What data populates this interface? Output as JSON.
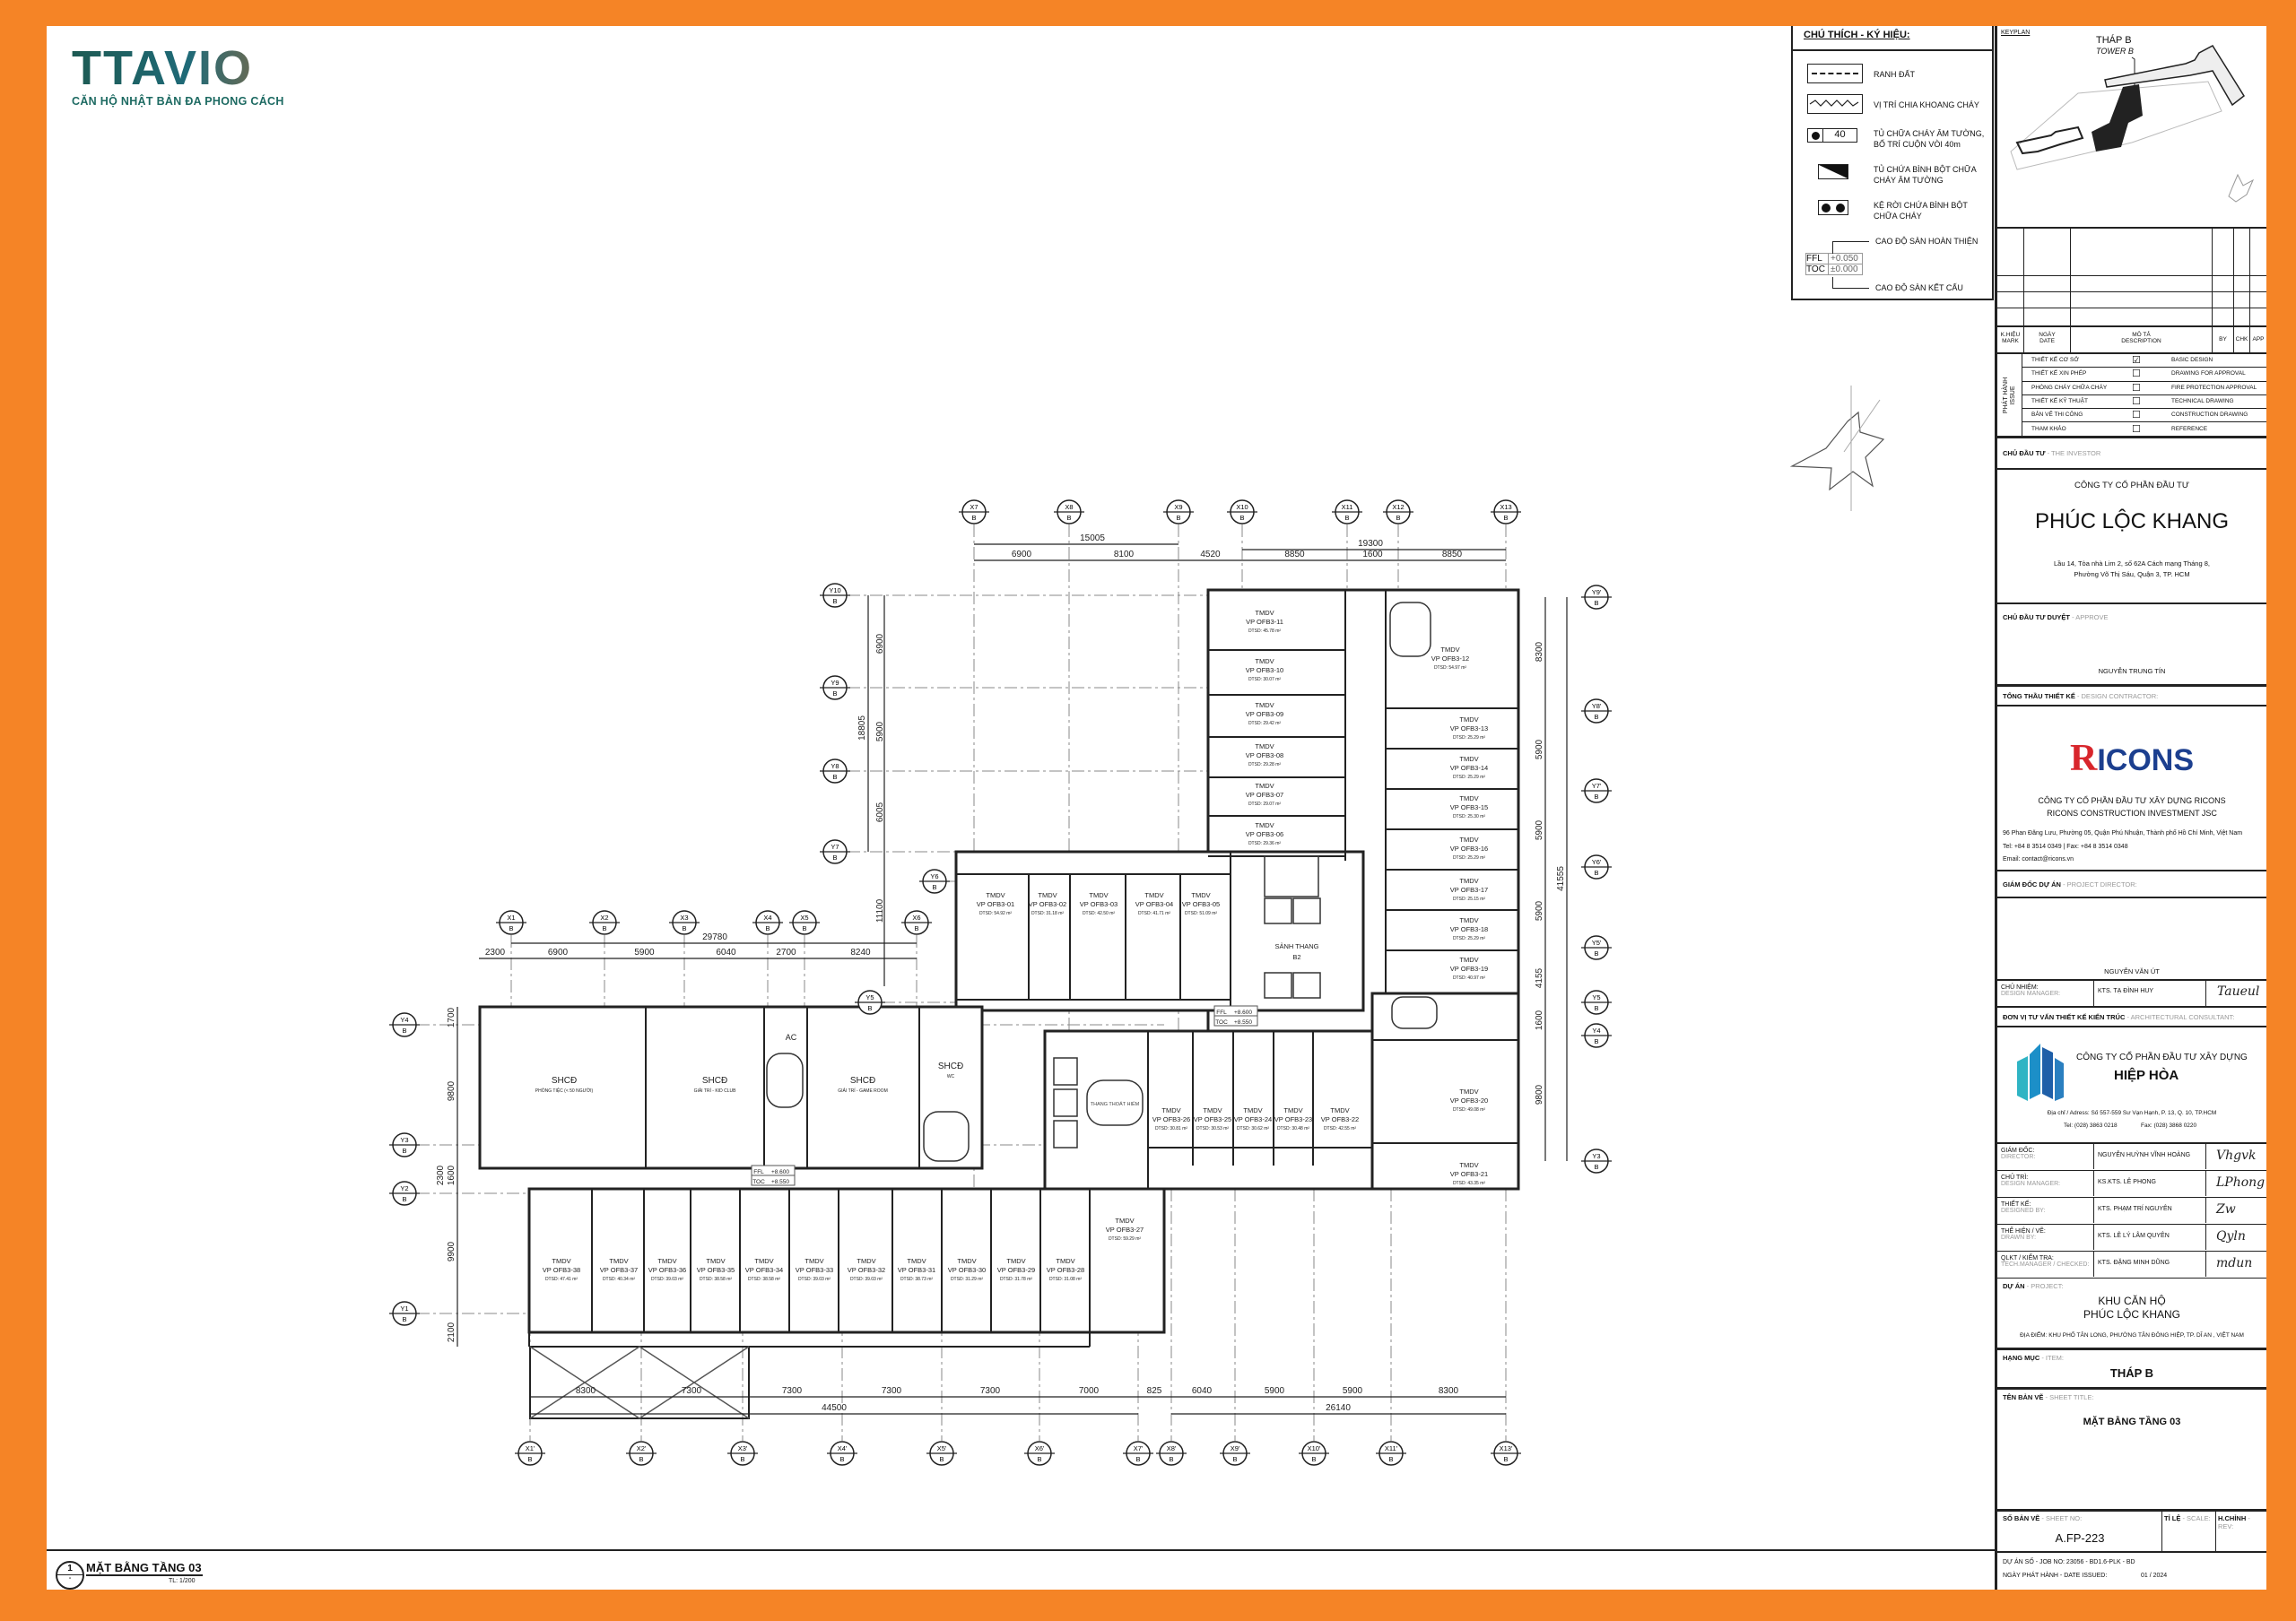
{
  "logo": {
    "brand": "TTAVIO",
    "tagline": "CĂN HỘ NHẬT BẢN ĐA PHONG CÁCH"
  },
  "legend": {
    "title": "CHÚ THÍCH - KÝ HIỆU:",
    "items": [
      {
        "icon": "dashed-line-icon",
        "label": "RANH ĐẤT"
      },
      {
        "icon": "zigzag-line-icon",
        "label": "VỊ TRÍ CHIA KHOANG CHÁY"
      },
      {
        "icon": "fire-hose-cabinet-icon",
        "value": "40",
        "label": "TỦ CHỮA CHÁY ÂM TƯỜNG, BỐ TRÍ CUỘN VÒI 40m"
      },
      {
        "icon": "extinguisher-cabinet-icon",
        "label": "TỦ CHỨA BÌNH BỘT CHỮA CHÁY ÂM TƯỜNG"
      },
      {
        "icon": "extinguisher-rack-icon",
        "label": "KỆ RỜI CHỨA BÌNH BỘT CHỮA CHÁY"
      }
    ],
    "level": {
      "ffl": "FFL",
      "ffl_value": "+0.050",
      "toc": "TOC",
      "toc_value": "±0.000",
      "ffl_label": "CAO ĐỘ SÀN HOÀN THIỆN",
      "toc_label": "CAO ĐỘ SÀN KẾT CẤU"
    }
  },
  "keyplan": {
    "label": "KEYPLAN",
    "tower": "THÁP B",
    "tower_en": "TOWER B"
  },
  "title_block": {
    "rev_header": {
      "mark": "K.HIỆU",
      "mark_en": "MARK",
      "date": "NGÀY",
      "date_en": "DATE",
      "desc": "MÔ TẢ",
      "desc_en": "DESCRIPTION",
      "by": "BY",
      "chk": "CHK",
      "app": "APP"
    },
    "issue_label": "PHÁT HÀNH",
    "issue_label_en": "ISSUE",
    "issues": [
      {
        "vn": "THIẾT KẾ CƠ SỞ",
        "en": "BASIC DESIGN",
        "checked": true,
        "mark": "☑"
      },
      {
        "vn": "THIẾT KẾ XIN PHÉP",
        "en": "DRAWING FOR APPROVAL",
        "checked": false,
        "mark": "☐"
      },
      {
        "vn": "PHÒNG CHÁY CHỮA CHÁY",
        "en": "FIRE PROTECTION APPROVAL",
        "checked": false,
        "mark": "☐"
      },
      {
        "vn": "THIẾT KẾ KỸ THUẬT",
        "en": "TECHNICAL DRAWING",
        "checked": false,
        "mark": "☐"
      },
      {
        "vn": "BẢN VẼ THI CÔNG",
        "en": "CONSTRUCTION DRAWING",
        "checked": false,
        "mark": "☐"
      },
      {
        "vn": "THAM KHẢO",
        "en": "REFERENCE",
        "checked": false,
        "mark": "☐"
      }
    ],
    "investor": {
      "label": "CHỦ ĐẦU TƯ",
      "label_en": "- THE INVESTOR",
      "line1": "CÔNG TY CỔ PHẦN ĐẦU TƯ",
      "name": "PHÚC LỘC KHANG",
      "addr1": "Lầu 14, Tòa nhà Lim 2, số 62A Cách mạng Tháng 8,",
      "addr2": "Phường Võ Thị Sáu, Quận 3, TP. HCM"
    },
    "approve": {
      "label": "CHỦ ĐẦU TƯ DUYỆT",
      "label_en": "- APPROVE",
      "person": "NGUYỄN TRUNG TÍN"
    },
    "contractor": {
      "label": "TỔNG THẦU THIẾT KẾ",
      "label_en": "- DESIGN CONTRACTOR:",
      "logo_r": "R",
      "logo_rest": "ICONS",
      "name_vn": "CÔNG TY CỔ PHẦN ĐẦU TƯ XÂY DỰNG RICONS",
      "name_en": "RICONS CONSTRUCTION INVESTMENT JSC",
      "addr": "96 Phan Đăng Lưu, Phường 05, Quận Phú Nhuận, Thành phố Hồ Chí Minh, Việt Nam",
      "tel": "Tel: +84 8 3514 0349  | Fax: +84 8 3514 0348",
      "email": "Email: contact@ricons.vn"
    },
    "project_director": {
      "label": "GIÁM ĐỐC DỰ ÁN",
      "label_en": "- PROJECT DIRECTOR:",
      "person": "NGUYỄN VĂN ÚT"
    },
    "design_manager": {
      "label": "CHỦ NHIỆM:",
      "label_en": "DESIGN MANAGER:",
      "person": "KTS. TẠ ĐÌNH HUY",
      "signature": "Taueul"
    },
    "consultant": {
      "label": "ĐƠN VỊ TƯ VẤN THIẾT KẾ KIẾN TRÚC",
      "label_en": "- ARCHITECTURAL CONSULTANT:",
      "name1": "CÔNG TY CỔ PHẦN ĐẦU TƯ XÂY DỰNG",
      "name2": "HIỆP HÒA",
      "addr": "Địa chỉ / Adress: Số 557-559 Sư Vạn Hạnh, P. 13, Q. 10, TP.HCM",
      "tel": "Tel: (028) 3863 0218",
      "fax": "Fax: (028) 3868 0220"
    },
    "staff": [
      {
        "role": "GIÁM ĐỐC:",
        "role_en": "DIRECTOR:",
        "person": "NGUYỄN HUỲNH VĨNH HOÀNG",
        "signature": "Vhgvk"
      },
      {
        "role": "CHỦ TRÌ:",
        "role_en": "DESIGN MANAGER:",
        "person": "KS.KTS. LÊ PHONG",
        "signature": "LPhong"
      },
      {
        "role": "THIẾT KẾ:",
        "role_en": "DESIGNED BY:",
        "person": "KTS. PHẠM TRÍ NGUYÊN",
        "signature": "Zw"
      },
      {
        "role": "THỂ HIỆN / VẼ:",
        "role_en": "DRAWN BY:",
        "person": "KTS. LÊ LÝ LÂM QUYÊN",
        "signature": "Qyln"
      },
      {
        "role": "QLKT / KIỂM TRA:",
        "role_en": "TECH.MANAGER / CHECKED:",
        "person": "KTS. ĐẶNG MINH DŨNG",
        "signature": "mdun"
      }
    ],
    "project": {
      "label": "DỰ ÁN",
      "label_en": "- PROJECT:",
      "line1": "KHU CĂN HỘ",
      "line2": "PHÚC LỘC KHANG",
      "location": "ĐỊA ĐIỂM: KHU PHỐ TÂN LONG, PHƯỜNG TÂN ĐÔNG HIỆP, TP. DĨ AN , VIỆT NAM"
    },
    "item": {
      "label": "HẠNG MỤC",
      "label_en": "- ITEM:",
      "value": "THÁP B"
    },
    "sheet_title": {
      "label": "TÊN BẢN VẼ",
      "label_en": "- SHEET TITLE:",
      "value": "MẶT BẰNG TẦNG 03"
    },
    "sheet_no": {
      "label": "SỐ BẢN VẼ",
      "label_en": "- SHEET NO:",
      "value": "A.FP-223"
    },
    "scale": {
      "label": "TỈ LỆ",
      "label_en": "- SCALE:"
    },
    "rev": {
      "label": "H.CHỈNH",
      "label_en": "- REV:"
    },
    "job": "DỰ ÁN SỐ - JOB NO: 23056 - BD1.6-PLK - BD",
    "date_label": "NGÀY PHÁT HÀNH - DATE ISSUED:",
    "date_value": "01 / 2024"
  },
  "plan": {
    "units": [
      {
        "name": "TMDV",
        "code": "VP OFB3-11",
        "area": "DTSD: 45.78 m²"
      },
      {
        "name": "TMDV",
        "code": "VP OFB3-10",
        "area": "DTSD: 30.07 m²"
      },
      {
        "name": "TMDV",
        "code": "VP OFB3-09",
        "area": "DTSD: 29.42 m²"
      },
      {
        "name": "TMDV",
        "code": "VP OFB3-08",
        "area": "DTSD: 29.28 m²"
      },
      {
        "name": "TMDV",
        "code": "VP OFB3-07",
        "area": "DTSD: 29.07 m²"
      },
      {
        "name": "TMDV",
        "code": "VP OFB3-06",
        "area": "DTSD: 29.36 m²"
      },
      {
        "name": "TMDV",
        "code": "VP OFB3-12",
        "area": "DTSD: 54.97 m²"
      },
      {
        "name": "TMDV",
        "code": "VP OFB3-13",
        "area": "DTSD: 25.29 m²"
      },
      {
        "name": "TMDV",
        "code": "VP OFB3-14",
        "area": "DTSD: 25.29 m²"
      },
      {
        "name": "TMDV",
        "code": "VP OFB3-15",
        "area": "DTSD: 25.30 m²"
      },
      {
        "name": "TMDV",
        "code": "VP OFB3-16",
        "area": "DTSD: 25.29 m²"
      },
      {
        "name": "TMDV",
        "code": "VP OFB3-17",
        "area": "DTSD: 25.15 m²"
      },
      {
        "name": "TMDV",
        "code": "VP OFB3-18",
        "area": "DTSD: 25.29 m²"
      },
      {
        "name": "TMDV",
        "code": "VP OFB3-19",
        "area": "DTSD: 40.97 m²"
      },
      {
        "name": "TMDV",
        "code": "VP OFB3-20",
        "area": "DTSD: 49.08 m²"
      },
      {
        "name": "TMDV",
        "code": "VP OFB3-21",
        "area": "DTSD: 43.35 m²"
      },
      {
        "name": "TMDV",
        "code": "VP OFB3-01",
        "area": "DTSD: 54.92 m²"
      },
      {
        "name": "TMDV",
        "code": "VP OFB3-02",
        "area": "DTSD: 31.18 m²"
      },
      {
        "name": "TMDV",
        "code": "VP OFB3-03",
        "area": "DTSD: 42.50 m²"
      },
      {
        "name": "TMDV",
        "code": "VP OFB3-04",
        "area": "DTSD: 41.71 m²"
      },
      {
        "name": "TMDV",
        "code": "VP OFB3-05",
        "area": "DTSD: 51.09 m²"
      },
      {
        "name": "TMDV",
        "code": "VP OFB3-26",
        "area": "DTSD: 30.81 m²"
      },
      {
        "name": "TMDV",
        "code": "VP OFB3-25",
        "area": "DTSD: 30.53 m²"
      },
      {
        "name": "TMDV",
        "code": "VP OFB3-24",
        "area": "DTSD: 30.62 m²"
      },
      {
        "name": "TMDV",
        "code": "VP OFB3-23",
        "area": "DTSD: 30.48 m²"
      },
      {
        "name": "TMDV",
        "code": "VP OFB3-22",
        "area": "DTSD: 42.55 m²"
      },
      {
        "name": "TMDV",
        "code": "VP OFB3-27",
        "area": "DTSD: 59.29 m²"
      },
      {
        "name": "TMDV",
        "code": "VP OFB3-38",
        "area": "DTSD: 47.41 m²"
      },
      {
        "name": "TMDV",
        "code": "VP OFB3-37",
        "area": "DTSD: 40.34 m²"
      },
      {
        "name": "TMDV",
        "code": "VP OFB3-36",
        "area": "DTSD: 39.03 m²"
      },
      {
        "name": "TMDV",
        "code": "VP OFB3-35",
        "area": "DTSD: 38.58 m²"
      },
      {
        "name": "TMDV",
        "code": "VP OFB3-34",
        "area": "DTSD: 38.58 m²"
      },
      {
        "name": "TMDV",
        "code": "VP OFB3-33",
        "area": "DTSD: 39.03 m²"
      },
      {
        "name": "TMDV",
        "code": "VP OFB3-32",
        "area": "DTSD: 39.03 m²"
      },
      {
        "name": "TMDV",
        "code": "VP OFB3-31",
        "area": "DTSD: 38.73 m²"
      },
      {
        "name": "TMDV",
        "code": "VP OFB3-30",
        "area": "DTSD: 31.29 m²"
      },
      {
        "name": "TMDV",
        "code": "VP OFB3-29",
        "area": "DTSD: 31.78 m²"
      },
      {
        "name": "TMDV",
        "code": "VP OFB3-28",
        "area": "DTSD: 31.08 m²"
      }
    ],
    "amenities": [
      {
        "name": "SHCĐ",
        "sub": "PHÒNG TIỆC (< 50 NGƯỜI)"
      },
      {
        "name": "SHCĐ",
        "sub": "GIẢI TRÍ - KID CLUB"
      },
      {
        "name": "SHCĐ",
        "sub": "GIẢI TRÍ - GAME ROOM"
      },
      {
        "name": "SHCĐ",
        "sub": "WC"
      }
    ],
    "lobby": {
      "line1": "SẢNH THANG",
      "line2": "B2"
    },
    "ac": "AC",
    "stair_label": "THANG THOÁT HIỂM",
    "level_tags": [
      {
        "ffl": "FFL",
        "ffl_value": "+8.600",
        "toc": "TOC",
        "toc_value": "+8.550"
      },
      {
        "ffl": "FFL",
        "ffl_value": "+8.600",
        "toc": "TOC",
        "toc_value": "+8.550"
      }
    ],
    "grid": {
      "sub": "B",
      "top": [
        "X7",
        "X8",
        "X9",
        "X10",
        "X11",
        "X12",
        "X13"
      ],
      "left_top": [
        "X1",
        "X2",
        "X3",
        "X4",
        "X5",
        "X6"
      ],
      "bottom": [
        "X1'",
        "X2'",
        "X3'",
        "X4'",
        "X5'",
        "X6'",
        "X7'",
        "X8'",
        "X9'",
        "X10'",
        "X11'",
        "X13'"
      ],
      "y_left": [
        "Y4",
        "Y3",
        "Y2",
        "Y1"
      ],
      "y_mid": [
        "Y10",
        "Y9",
        "Y8",
        "Y7",
        "Y6",
        "Y5"
      ],
      "y_right": [
        "Y9'",
        "Y8'",
        "Y7'",
        "Y6'",
        "Y5'",
        "Y5",
        "Y4",
        "Y3"
      ]
    },
    "dims": {
      "top_total": [
        "15005",
        "19300"
      ],
      "top": [
        "6900",
        "8100",
        "4520",
        "8850",
        "1600",
        "8850"
      ],
      "left_total": "29780",
      "left": [
        "2300",
        "6900",
        "5900",
        "6040",
        "2700",
        "8240"
      ],
      "bottom": [
        "8300",
        "7300",
        "7300",
        "7300",
        "7300",
        "7000",
        "825",
        "6040",
        "5900",
        "5900",
        "8300"
      ],
      "bottom_total": [
        "44500",
        "26140"
      ],
      "mid_total": "18805",
      "mid": [
        "6900",
        "5900",
        "6005",
        "11100"
      ],
      "right": [
        "8300",
        "5900",
        "5900",
        "5900",
        "4155",
        "1600",
        "9800"
      ],
      "right_total": "41555",
      "west": [
        "1700",
        "9800",
        "2300",
        "1600",
        "9900",
        "2100"
      ]
    }
  },
  "drawing_title": {
    "number": "1",
    "sub": "-",
    "title": "MẶT BẰNG TẦNG 03",
    "scale": "TL: 1/200"
  }
}
